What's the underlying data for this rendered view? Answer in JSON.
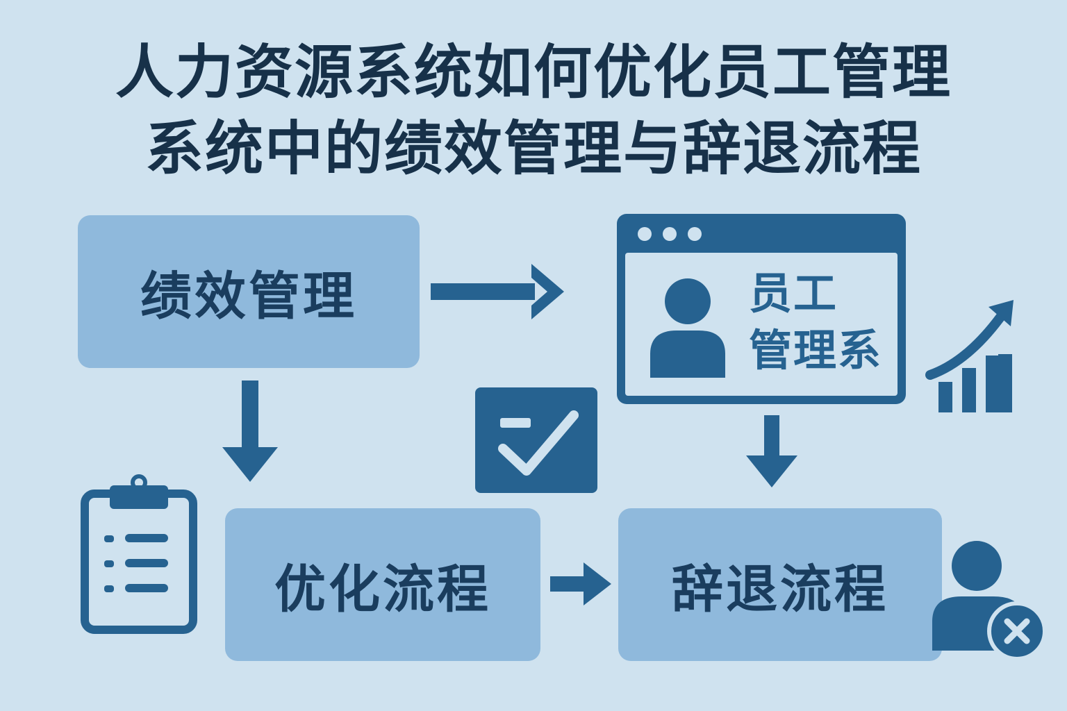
{
  "title": {
    "line1": "人力资源系统如何优化员工管理",
    "line2": "系统中的绩效管理与辞退流程"
  },
  "nodes": {
    "performance": "绩效管理",
    "employee_system_line1": "员工",
    "employee_system_line2": "管理系",
    "optimize": "优化流程",
    "dismissal": "辞退流程"
  },
  "colors": {
    "background": "#cfe2ef",
    "box": "#8fb9dc",
    "accent": "#266290",
    "title": "#173149"
  }
}
